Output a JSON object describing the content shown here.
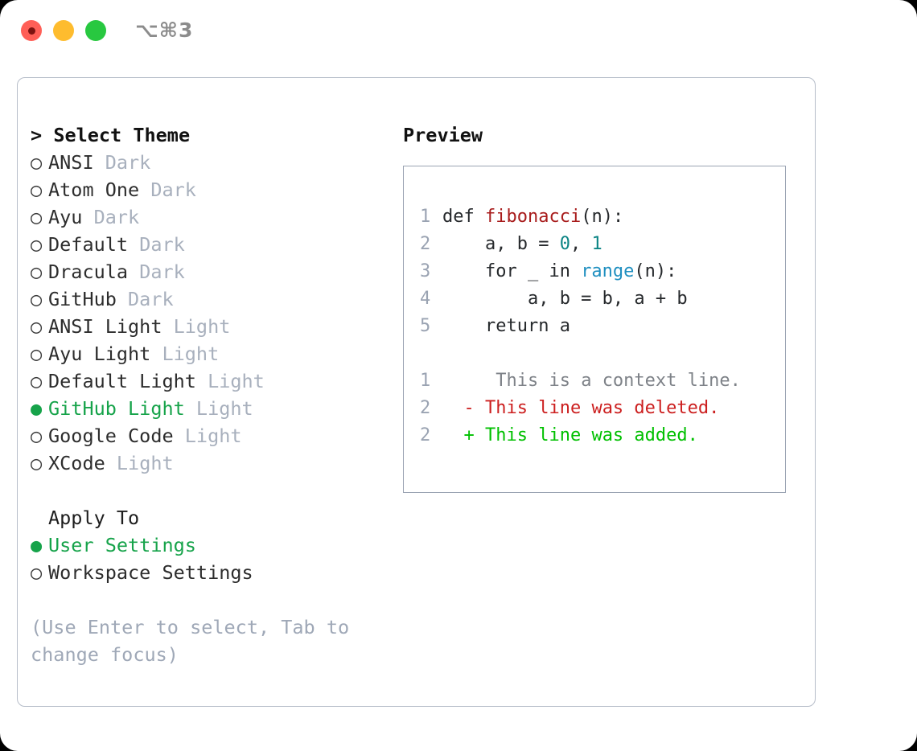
{
  "titlebar": {
    "shortcut": "⌥⌘3",
    "lights": [
      "close",
      "minimize",
      "maximize"
    ]
  },
  "theme_picker": {
    "caret": ">",
    "header": "Select Theme",
    "bullet_unselected": "○",
    "bullet_selected": "●",
    "items": [
      {
        "name": "ANSI",
        "variant": "Dark",
        "selected": false
      },
      {
        "name": "Atom One",
        "variant": "Dark",
        "selected": false
      },
      {
        "name": "Ayu",
        "variant": "Dark",
        "selected": false
      },
      {
        "name": "Default",
        "variant": "Dark",
        "selected": false
      },
      {
        "name": "Dracula",
        "variant": "Dark",
        "selected": false
      },
      {
        "name": "GitHub",
        "variant": "Dark",
        "selected": false
      },
      {
        "name": "ANSI Light",
        "variant": "Light",
        "selected": false
      },
      {
        "name": "Ayu Light",
        "variant": "Light",
        "selected": false
      },
      {
        "name": "Default Light",
        "variant": "Light",
        "selected": false
      },
      {
        "name": "GitHub Light",
        "variant": "Light",
        "selected": true
      },
      {
        "name": "Google Code",
        "variant": "Light",
        "selected": false
      },
      {
        "name": "XCode",
        "variant": "Light",
        "selected": false
      }
    ]
  },
  "apply_to": {
    "header": "Apply To",
    "items": [
      {
        "name": "User Settings",
        "selected": true
      },
      {
        "name": "Workspace Settings",
        "selected": false
      }
    ]
  },
  "hint": "(Use Enter to select, Tab to change focus)",
  "preview": {
    "title": "Preview",
    "code_lines": [
      {
        "ln": "1",
        "tokens": [
          {
            "t": "def ",
            "c": "kw"
          },
          {
            "t": "fibonacci",
            "c": "fn"
          },
          {
            "t": "(n):",
            "c": "punc"
          }
        ]
      },
      {
        "ln": "2",
        "tokens": [
          {
            "t": "    a, b = ",
            "c": "kw"
          },
          {
            "t": "0",
            "c": "num"
          },
          {
            "t": ", ",
            "c": "punc"
          },
          {
            "t": "1",
            "c": "num"
          }
        ]
      },
      {
        "ln": "3",
        "tokens": [
          {
            "t": "    for _ in ",
            "c": "kw"
          },
          {
            "t": "range",
            "c": "bi"
          },
          {
            "t": "(n):",
            "c": "punc"
          }
        ]
      },
      {
        "ln": "4",
        "tokens": [
          {
            "t": "        a, b = b, a + b",
            "c": "kw"
          }
        ]
      },
      {
        "ln": "5",
        "tokens": [
          {
            "t": "    return a",
            "c": "kw"
          }
        ]
      }
    ],
    "diff_lines": [
      {
        "ln": "1",
        "marker": " ",
        "text": "  This is a context line.",
        "kind": "ctx"
      },
      {
        "ln": "2",
        "marker": "-",
        "text": " This line was deleted.",
        "kind": "del"
      },
      {
        "ln": "2",
        "marker": "+",
        "text": " This line was added.",
        "kind": "add"
      }
    ]
  },
  "colors": {
    "selected_green": "#16a34a",
    "variant_gray": "#a8b0bd",
    "hint_gray": "#9fa8b7",
    "line_number": "#9aa3b2",
    "function_red": "#a81c1c",
    "builtin_blue": "#1f8fc0",
    "number_teal": "#0d8585",
    "diff_delete_red": "#cc1f1f",
    "diff_add_green": "#00c000",
    "panel_border": "#b6bdc9",
    "code_border": "#9aa3b2"
  }
}
